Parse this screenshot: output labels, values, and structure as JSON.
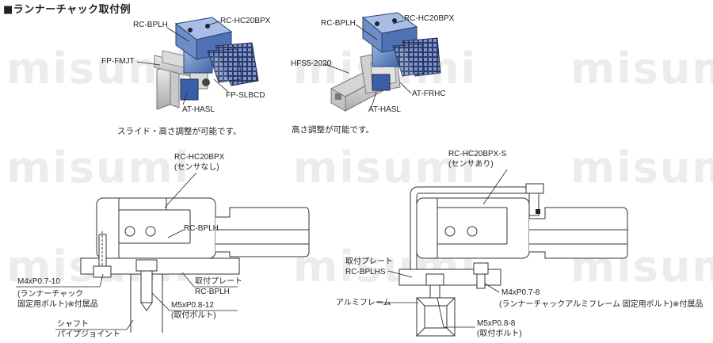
{
  "title": "■ランナーチャック取付例",
  "watermark": "misumi",
  "photo_left": {
    "labels": {
      "rc_bplh": "RC-BPLH",
      "rc_hc20bpx": "RC-HC20BPX",
      "fp_fmjt": "FP-FMJT",
      "fp_slbcd": "FP-SLBCD",
      "at_hasl": "AT-HASL"
    },
    "caption": "スライド・高さ調整が可能です。"
  },
  "photo_right": {
    "labels": {
      "rc_bplh": "RC-BPLH",
      "rc_hc20bpx": "RC-HC20BPX",
      "hfs5_2020": "HFS5-2020",
      "at_frhc": "AT-FRHC",
      "at_hasl": "AT-HASL"
    },
    "caption": "高さ調整が可能です。"
  },
  "drawing_left": {
    "part_name": "RC-HC20BPX",
    "part_note": "(センサなし)",
    "rc_bplh": "RC-BPLH",
    "bolt_spec": "M4xP0.7-10",
    "bolt_note_1": "(ランナーチャック",
    "bolt_note_2": "固定用ボルト)※付属品",
    "plate_label": "取付プレート",
    "plate_part": "RC-BPLH",
    "screw_spec": "M5xP0.8-12",
    "screw_note": "(取付ボルト)",
    "shaft_label": "シャフト",
    "pipe_label": "パイプジョイント"
  },
  "drawing_right": {
    "part_name": "RC-HC20BPX-S",
    "part_note": "(センサあり)",
    "plate_label": "取付プレート",
    "plate_part": "RC-BPLHS",
    "frame_label": "アルミフレーム",
    "bolt_spec": "M4xP0.7-8",
    "bolt_note": "(ランナーチャックアルミフレーム 固定用ボルト)※付属品",
    "screw_spec": "M5xP0.8-8",
    "screw_note": "(取付ボルト)"
  }
}
